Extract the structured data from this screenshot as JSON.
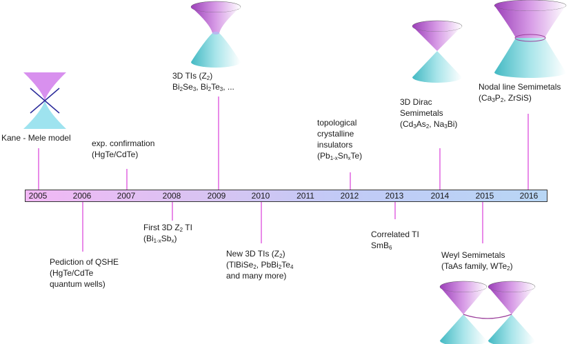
{
  "timeline": {
    "years": [
      "2005",
      "2006",
      "2007",
      "2008",
      "2009",
      "2010",
      "2011",
      "2012",
      "2013",
      "2014",
      "2015",
      "2016"
    ]
  },
  "events": {
    "kane_mele": "Kane - Mele model",
    "qshe_line1": "Pediction of QSHE",
    "qshe_line2": "(HgTe/CdTe",
    "qshe_line3": "quantum wells)",
    "exp_line1": "exp. confirmation",
    "exp_line2": "(HgTe/CdTe)",
    "first3d_pre": "First 3D Z",
    "first3d_sub": "2",
    "first3d_post": " TI",
    "first3d_l2a": "(Bi",
    "first3d_l2b": "1-x",
    "first3d_l2c": "Sb",
    "first3d_l2d": "x",
    "first3d_l2e": ")",
    "tis3d_l1a": "3D TIs (Z",
    "tis3d_l1b": "2",
    "tis3d_l1c": ")",
    "tis3d_l2a": "Bi",
    "tis3d_l2b": "2",
    "tis3d_l2c": "Se",
    "tis3d_l2d": "3",
    "tis3d_l2e": ", Bi",
    "tis3d_l2f": "2",
    "tis3d_l2g": "Te",
    "tis3d_l2h": "3",
    "tis3d_l2i": ", ...",
    "new3d_l1a": "New 3D TIs (Z",
    "new3d_l1b": "2",
    "new3d_l1c": ")",
    "new3d_l2a": "(TlBiSe",
    "new3d_l2b": "2",
    "new3d_l2c": ", PbBi",
    "new3d_l2d": "2",
    "new3d_l2e": "Te",
    "new3d_l2f": "4",
    "new3d_l3": "and many more)",
    "tci_l1": "topological",
    "tci_l2": "crystalline",
    "tci_l3": "insulators",
    "tci_l4a": "(Pb",
    "tci_l4b": "1-x",
    "tci_l4c": "Sn",
    "tci_l4d": "x",
    "tci_l4e": "Te)",
    "corr_l1": "Correlated TI",
    "corr_l2a": "SmB",
    "corr_l2b": "6",
    "dirac_l1": "3D Dirac",
    "dirac_l2": "Semimetals",
    "dirac_l3a": "(Cd",
    "dirac_l3b": "3",
    "dirac_l3c": "As",
    "dirac_l3d": "2",
    "dirac_l3e": ", Na",
    "dirac_l3f": "3",
    "dirac_l3g": "Bi)",
    "weyl_l1": "Weyl Semimetals",
    "weyl_l2a": "(TaAs family, WTe",
    "weyl_l2b": "2",
    "weyl_l2c": ")",
    "nodal_l1": "Nodal line Semimetals",
    "nodal_l2a": "(Ca",
    "nodal_l2b": "3",
    "nodal_l2c": "P",
    "nodal_l2d": "2",
    "nodal_l2e": ", ZrSiS)"
  },
  "colors": {
    "upper_cone": "#b04fc8",
    "lower_cone": "#5cc6cf",
    "tick": "#e88ae8"
  }
}
